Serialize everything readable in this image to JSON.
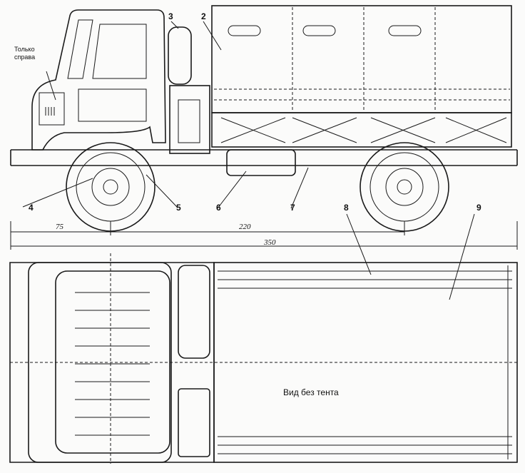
{
  "callouts": [
    "2",
    "3",
    "4",
    "5",
    "6",
    "7",
    "8",
    "9"
  ],
  "note": "Только справа",
  "dimensions": {
    "front_overhang": "75",
    "wheelbase": "220",
    "overall_length": "350"
  },
  "top_view_caption": "Вид без тента"
}
